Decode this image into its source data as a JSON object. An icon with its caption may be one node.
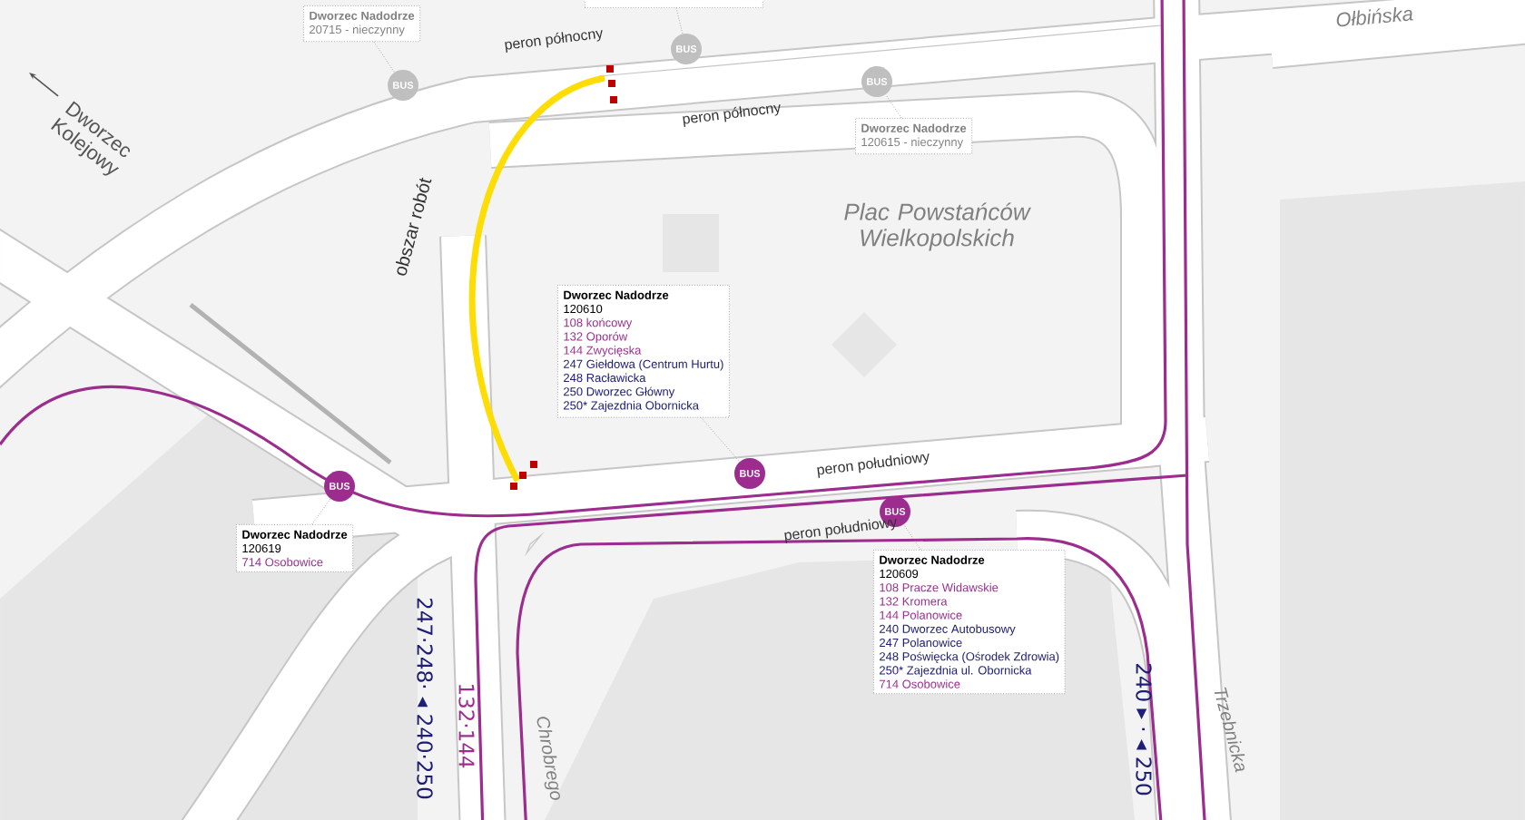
{
  "diagram": {
    "nodes": [
      {
        "text": [
          "Dworzec Nadodrze",
          "20715 - nieczynny"
        ]
      },
      {
        "text": [
          "BUS"
        ]
      },
      {
        "text": [],
        "shape": "box"
      },
      {
        "text": [
          "BUS"
        ]
      },
      {
        "text": [
          "BUS"
        ]
      },
      {
        "text": [
          "Dworzec Nadodrze",
          "120615 - nieczynny"
        ]
      },
      {
        "text": [
          "Dworzec Nadodrze",
          "120610",
          "108 końcowy",
          "132 Oporów",
          "144 Zwycięska",
          "247 Giełdowa (Centrum Hurtu)",
          "248 Racławicka",
          "250 Dworzec Główny",
          "250* Zajezdnia Obornicka"
        ]
      },
      {
        "text": [
          "BUS"
        ]
      },
      {
        "text": [
          "BUS"
        ]
      },
      {
        "text": [
          "Dworzec Nadodrze",
          "120619",
          "714 Osobowice"
        ]
      },
      {
        "text": [
          "BUS"
        ]
      },
      {
        "text": [
          "Dworzec Nadodrze",
          "120609",
          "108 Pracze Widawskie",
          "132 Kromera",
          "144 Polanowice",
          "240 Dworzec Autobusowy",
          "247 Polanowice",
          "248 Poświęcka (Ośrodek Zdrowia)",
          "250* Zajezdnia ul. Obornicka",
          "714 Osobowice"
        ]
      }
    ],
    "edges": [
      {
        "from": 0,
        "to": 1,
        "arrow": "none"
      },
      {
        "from": 2,
        "to": 3,
        "arrow": "none"
      },
      {
        "from": 5,
        "to": 4,
        "arrow": "none"
      },
      {
        "from": 6,
        "to": 7,
        "arrow": "none"
      },
      {
        "from": 9,
        "to": 8,
        "arrow": "none"
      },
      {
        "from": 11,
        "to": 10,
        "arrow": "none"
      }
    ],
    "labels": [
      "Dworzec Kolejowy",
      "peron północny",
      "Ołbińska",
      "peron północny",
      "obszar robót",
      "Plac Powstańców Wielkopolskich",
      "peron południowy",
      "peron południowy",
      "247·248· ◂ 240·250",
      "132·144",
      "240 ▸ · ◂ 250",
      "Chrobrego",
      "Trzebnicka"
    ]
  }
}
